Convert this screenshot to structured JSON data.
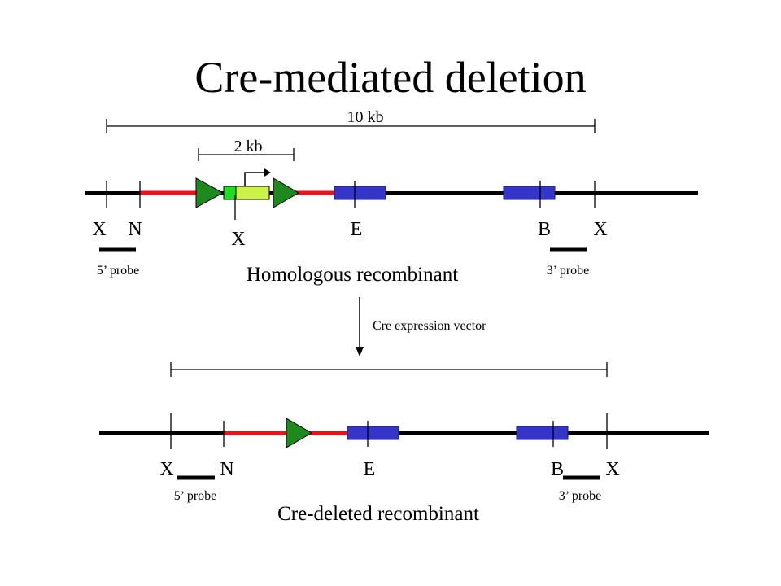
{
  "title": "Cre-mediated deletion",
  "colors": {
    "chromosome": "#000000",
    "homology_arm": "#e8141b",
    "exon": "#3535c8",
    "loxp": "#1e8a1e",
    "marker_dark": "#22dd22",
    "marker_light": "#ccf24a"
  },
  "top": {
    "scale_10kb": "10 kb",
    "scale_2kb": "2 kb",
    "sites": {
      "x_left": "X",
      "n": "N",
      "x_mid": "X",
      "e": "E",
      "b": "B",
      "x_right": "X"
    },
    "probe_5": "5’ probe",
    "probe_3": "3’ probe",
    "caption": "Homologous recombinant"
  },
  "arrow_label": "Cre expression vector",
  "bottom": {
    "sites": {
      "x_left": "X",
      "n": "N",
      "e": "E",
      "b": "B",
      "x_right": "X"
    },
    "probe_5": "5’ probe",
    "probe_3": "3’ probe",
    "caption": "Cre-deleted recombinant"
  },
  "icons": [
    "loxp-triangle-icon",
    "promoter-arrow-icon"
  ]
}
